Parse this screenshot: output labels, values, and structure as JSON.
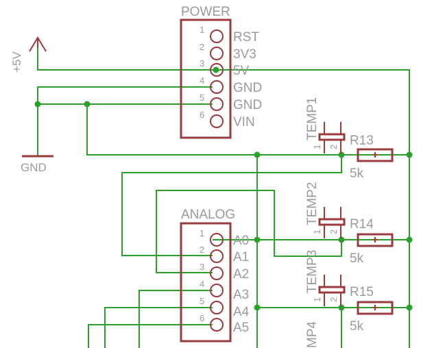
{
  "power_header": {
    "name": "POWER",
    "pins": [
      {
        "num": "1",
        "label": "RST"
      },
      {
        "num": "2",
        "label": "3V3"
      },
      {
        "num": "3",
        "label": "5V"
      },
      {
        "num": "4",
        "label": "GND"
      },
      {
        "num": "5",
        "label": "GND"
      },
      {
        "num": "6",
        "label": "VIN"
      }
    ]
  },
  "analog_header": {
    "name": "ANALOG",
    "pins": [
      {
        "num": "1",
        "label": "A0"
      },
      {
        "num": "2",
        "label": "A1"
      },
      {
        "num": "3",
        "label": "A2"
      },
      {
        "num": "4",
        "label": "A3"
      },
      {
        "num": "5",
        "label": "A4"
      },
      {
        "num": "6",
        "label": "A5"
      }
    ]
  },
  "supply_symbol": {
    "label": "+5V"
  },
  "ground_symbol": {
    "label": "GND"
  },
  "sensors": [
    {
      "name": "TEMP1",
      "pin1": "1",
      "pin2": "2"
    },
    {
      "name": "TEMP2",
      "pin1": "1",
      "pin2": "2"
    },
    {
      "name": "TEMP3",
      "pin1": "1",
      "pin2": "2"
    },
    {
      "name": "MP4"
    }
  ],
  "resistors": [
    {
      "name": "R13",
      "value": "5k"
    },
    {
      "name": "R14",
      "value": "5k"
    },
    {
      "name": "R15",
      "value": "5k"
    }
  ],
  "colors": {
    "wire": "#2ca02c",
    "part": "#9b3a3a",
    "text": "#9a9a9a",
    "background": "#ffffff"
  }
}
